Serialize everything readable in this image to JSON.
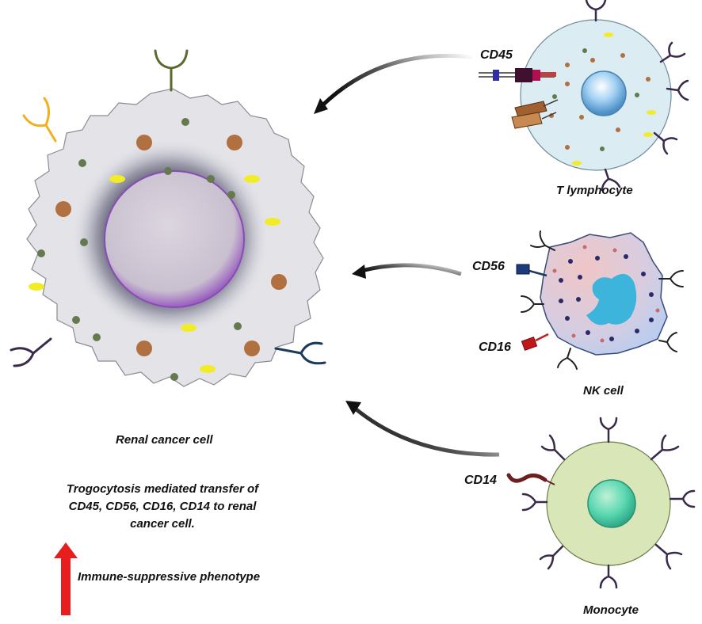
{
  "cells": {
    "cancer": {
      "label": "Renal cancer cell"
    },
    "t_cell": {
      "label": "T lymphocyte",
      "marker": "CD45"
    },
    "nk_cell": {
      "label": "NK cell",
      "markers": [
        "CD56",
        "CD16"
      ]
    },
    "monocyte": {
      "label": "Monocyte",
      "marker": "CD14"
    }
  },
  "caption": {
    "line1": "Trogocytosis mediated transfer of",
    "line2": "CD45, CD56, CD16, CD14 to renal",
    "line3": "cancer cell."
  },
  "effect": {
    "label": "Immune-suppressive phenotype",
    "direction": "up",
    "color": "#e81e1e"
  },
  "colors": {
    "cancer_cell": "#e3e3e8",
    "t_cell": "#dcecf3",
    "nk_cell": "#e2c8cf",
    "monocyte": "#d8e6b8",
    "brown_granule": "#b07040",
    "green_granule": "#647a4e",
    "yellow_granule": "#f2ec27",
    "receptor_purple": "#3a2a4a",
    "receptor_yellow": "#f0b020",
    "receptor_olive": "#5a6a2a",
    "receptor_navy": "#1c3a5c"
  },
  "icons": [
    "y-receptor-icon",
    "transfer-arrow-icon",
    "up-arrow-icon"
  ]
}
